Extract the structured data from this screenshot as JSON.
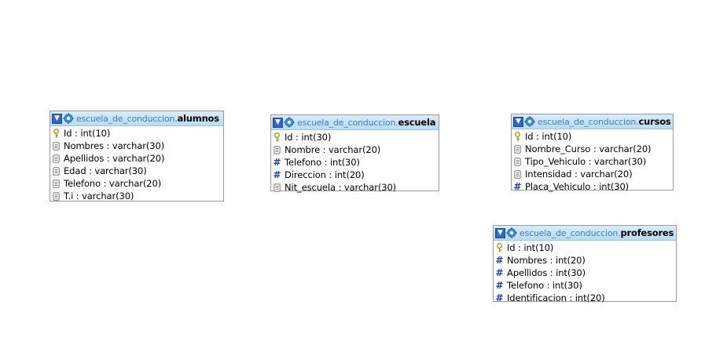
{
  "tables": {
    "alumnos": {
      "schema": "escuela_de_conduccion.",
      "name": "alumnos",
      "columns": [
        {
          "icon": "key-icon",
          "text": "Id : int(10)"
        },
        {
          "icon": "text-field-icon",
          "text": "Nombres : varchar(30)"
        },
        {
          "icon": "text-field-icon",
          "text": "Apellidos : varchar(20)"
        },
        {
          "icon": "text-field-icon",
          "text": "Edad : varchar(30)"
        },
        {
          "icon": "text-field-icon",
          "text": "Telefono : varchar(20)"
        },
        {
          "icon": "text-field-icon",
          "text": "T.i : varchar(30)"
        }
      ]
    },
    "escuela": {
      "schema": "escuela_de_conduccion.",
      "name": "escuela",
      "columns": [
        {
          "icon": "key-icon",
          "text": "Id : int(30)"
        },
        {
          "icon": "text-field-icon",
          "text": "Nombre : varchar(20)"
        },
        {
          "icon": "numeric-field-icon",
          "text": "Telefono : int(30)"
        },
        {
          "icon": "numeric-field-icon",
          "text": "Direccion : int(20)"
        },
        {
          "icon": "text-field-icon",
          "text": "Nit_escuela : varchar(30)"
        }
      ]
    },
    "cursos": {
      "schema": "escuela_de_conduccion.",
      "name": "cursos",
      "columns": [
        {
          "icon": "key-icon",
          "text": "Id : int(10)"
        },
        {
          "icon": "text-field-icon",
          "text": "Nombre_Curso : varchar(20)"
        },
        {
          "icon": "text-field-icon",
          "text": "Tipo_Vehiculo : varchar(30)"
        },
        {
          "icon": "text-field-icon",
          "text": "Intensidad : varchar(20)"
        },
        {
          "icon": "numeric-field-icon",
          "text": "Placa_Vehiculo : int(30)"
        }
      ]
    },
    "profesores": {
      "schema": "escuela_de_conduccion.",
      "name": "profesores",
      "columns": [
        {
          "icon": "key-icon",
          "text": "Id : int(10)"
        },
        {
          "icon": "numeric-field-icon",
          "text": "Nombres : int(20)"
        },
        {
          "icon": "numeric-field-icon",
          "text": "Apellidos : int(30)"
        },
        {
          "icon": "numeric-field-icon",
          "text": "Telefono : int(30)"
        },
        {
          "icon": "numeric-field-icon",
          "text": "Identificacion : int(20)"
        }
      ]
    }
  },
  "colors": {
    "header_top": "#d9ecf9",
    "header_bottom": "#b9dcf4",
    "schema_text": "#3c7fc4",
    "toggle_blue": "#2f64c9",
    "numeric_icon": "#1d3fc0",
    "key_icon": "#c9a227",
    "border": "#9a9a9a"
  }
}
